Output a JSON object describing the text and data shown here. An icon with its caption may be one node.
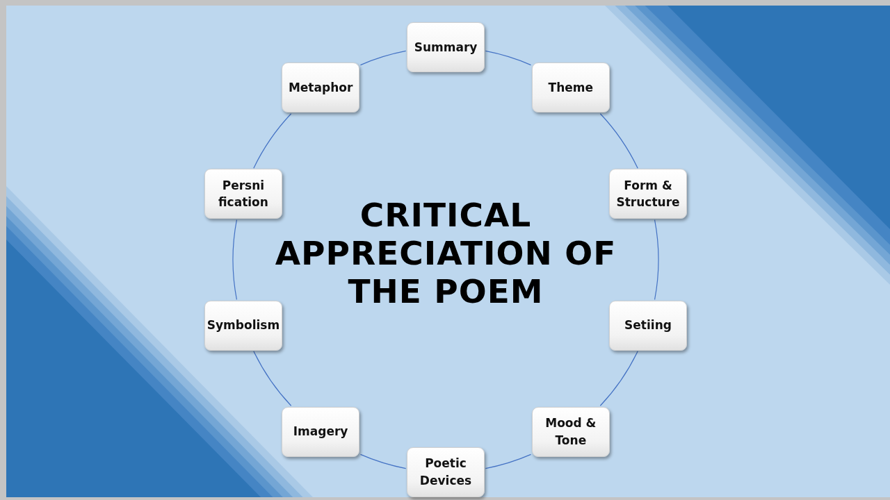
{
  "diagram": {
    "title": "CRITICAL APPRECIATION OF THE POEM",
    "nodes": [
      {
        "text": [
          "Summary"
        ]
      },
      {
        "text": [
          "Theme"
        ]
      },
      {
        "text": [
          "Form & Structure"
        ]
      },
      {
        "text": [
          "Setiing"
        ]
      },
      {
        "text": [
          "Mood & Tone"
        ]
      },
      {
        "text": [
          "Poetic Devices"
        ]
      },
      {
        "text": [
          "Imagery"
        ]
      },
      {
        "text": [
          "Symbolism"
        ]
      },
      {
        "text": [
          "Persni fication"
        ]
      },
      {
        "text": [
          "Metaphor"
        ]
      }
    ],
    "edges": [
      {
        "from": 0,
        "to": 1,
        "arrow": "none"
      },
      {
        "from": 1,
        "to": 2,
        "arrow": "none"
      },
      {
        "from": 2,
        "to": 3,
        "arrow": "none"
      },
      {
        "from": 3,
        "to": 4,
        "arrow": "none"
      },
      {
        "from": 4,
        "to": 5,
        "arrow": "none"
      },
      {
        "from": 5,
        "to": 6,
        "arrow": "none"
      },
      {
        "from": 6,
        "to": 7,
        "arrow": "none"
      },
      {
        "from": 7,
        "to": 8,
        "arrow": "none"
      },
      {
        "from": 8,
        "to": 9,
        "arrow": "none"
      },
      {
        "from": 9,
        "to": 0,
        "arrow": "none"
      }
    ]
  }
}
